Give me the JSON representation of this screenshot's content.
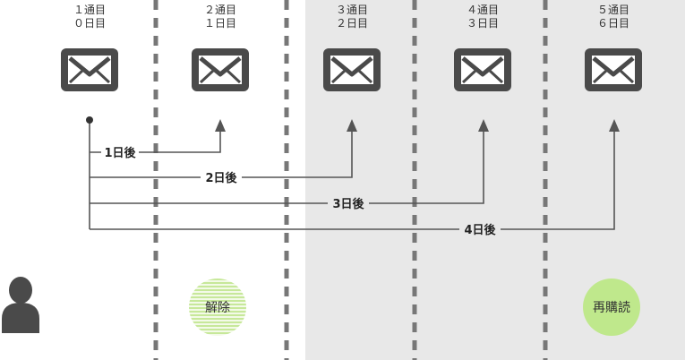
{
  "columns": [
    {
      "send": "１通目",
      "day": "０日目"
    },
    {
      "send": "２通目",
      "day": "１日目"
    },
    {
      "send": "３通目",
      "day": "２日目"
    },
    {
      "send": "４通目",
      "day": "３日目"
    },
    {
      "send": "５通目",
      "day": "６日目"
    }
  ],
  "delays": [
    "1日後",
    "2日後",
    "3日後",
    "4日後"
  ],
  "badges": {
    "unsubscribe": "解除",
    "reread": "再購読"
  },
  "colors": {
    "line": "#555555",
    "dashed_divider": "#777777",
    "shaded_region": "#e8e8e8",
    "unsubscribe_badge": "#c7e89a",
    "reread_badge": "#bfe88c"
  },
  "icons": [
    "envelope-icon",
    "user-icon"
  ]
}
